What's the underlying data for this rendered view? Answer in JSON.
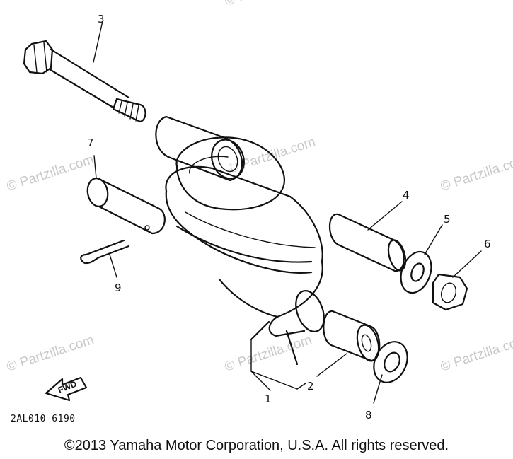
{
  "watermark": "© Partzilla.com",
  "part_code": "2AL010-6190",
  "copyright": "©2013 Yamaha Motor Corporation, U.S.A. All rights reserved.",
  "fwd_label": "FWD",
  "callouts": {
    "c1": "1",
    "c2": "2",
    "c3": "3",
    "c4": "4",
    "c5": "5",
    "c6": "6",
    "c7": "7",
    "c8": "8",
    "c9": "9"
  }
}
